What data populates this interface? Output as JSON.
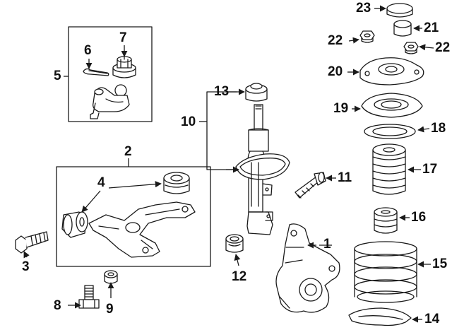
{
  "diagram": {
    "colors": {
      "ink": "#1a1a1a",
      "paper": "#ffffff",
      "shade": "#eeeeee"
    },
    "callouts": {
      "c1": "1",
      "c2": "2",
      "c3": "3",
      "c4": "4",
      "c5": "5",
      "c6": "6",
      "c7": "7",
      "c8": "8",
      "c9": "9",
      "c10": "10",
      "c11": "11",
      "c12": "12",
      "c13": "13",
      "c14": "14",
      "c15": "15",
      "c16": "16",
      "c17": "17",
      "c18": "18",
      "c19": "19",
      "c20": "20",
      "c21": "21",
      "c22a": "22",
      "c22b": "22",
      "c23": "23"
    }
  }
}
